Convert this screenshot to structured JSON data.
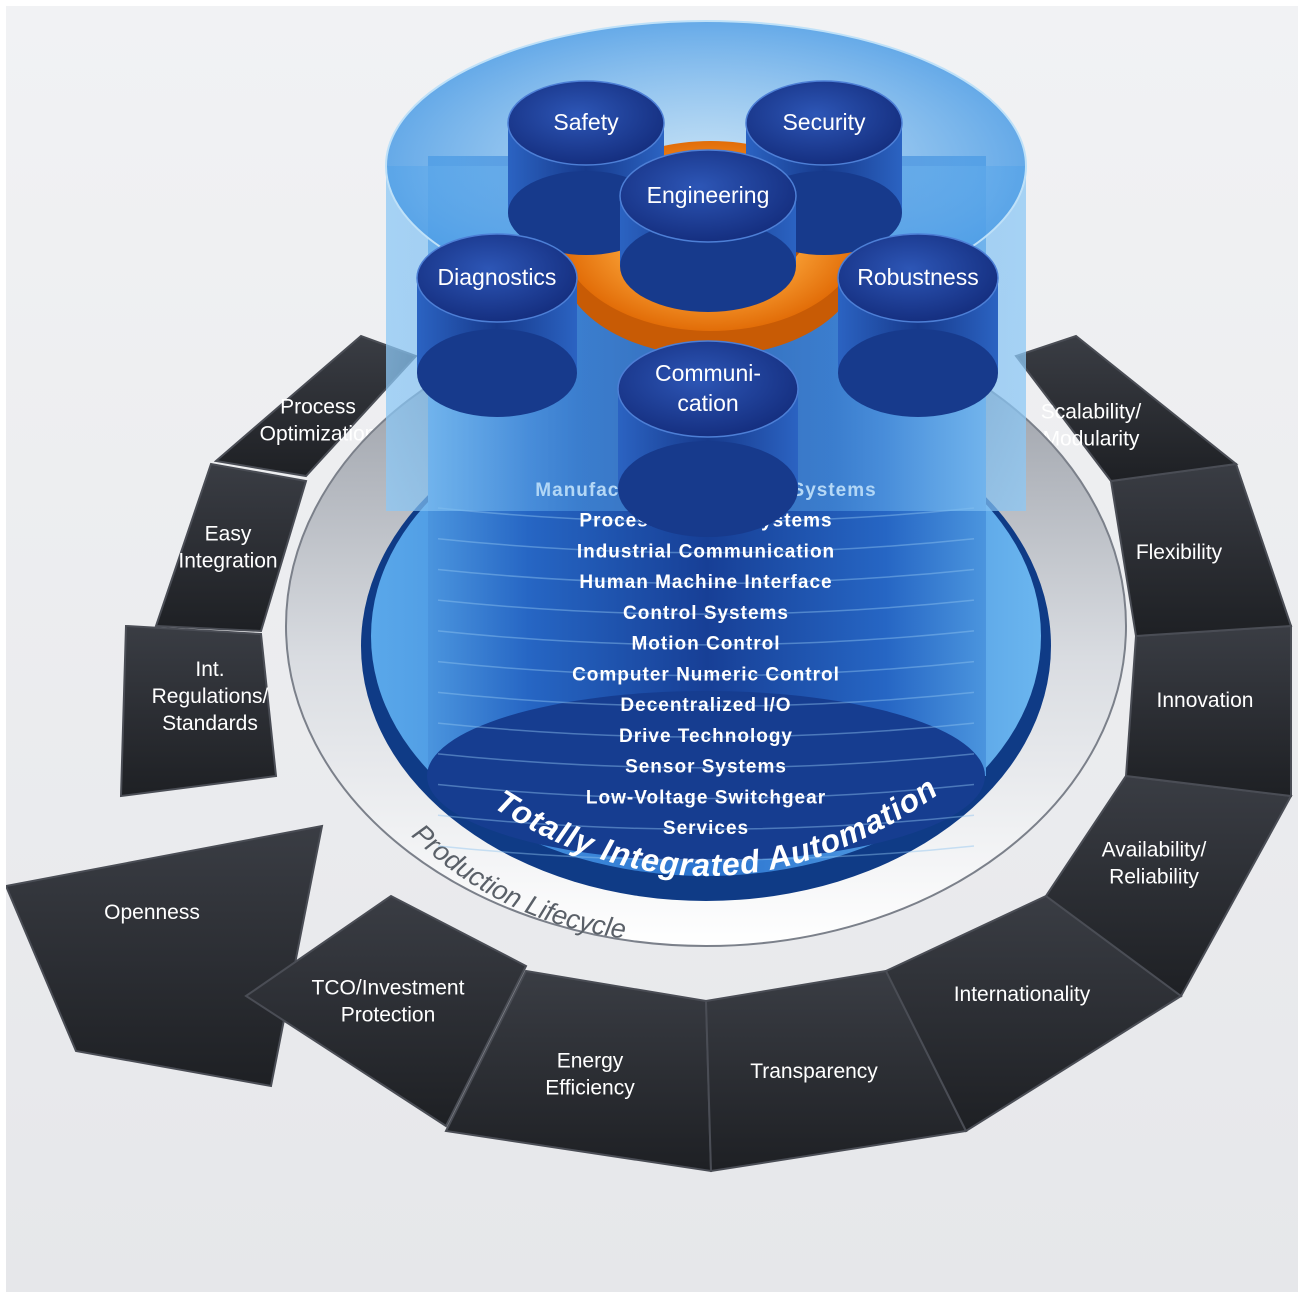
{
  "core_title": "Totally Integrated Automation",
  "ring_label": "Production Lifecycle",
  "pillars": [
    {
      "key": "safety",
      "lines": [
        "Safety"
      ]
    },
    {
      "key": "security",
      "lines": [
        "Security"
      ]
    },
    {
      "key": "engineering",
      "lines": [
        "Engineering"
      ]
    },
    {
      "key": "diagnostics",
      "lines": [
        "Diagnostics"
      ]
    },
    {
      "key": "robustness",
      "lines": [
        "Robustness"
      ]
    },
    {
      "key": "communication",
      "lines": [
        "Communi-",
        "cation"
      ]
    }
  ],
  "layers": [
    "Manufacturing Execution Systems",
    "Process Control Systems",
    "Industrial Communication",
    "Human Machine Interface",
    "Control Systems",
    "Motion Control",
    "Computer Numeric Control",
    "Decentralized I/O",
    "Drive Technology",
    "Sensor Systems",
    "Low-Voltage Switchgear",
    "Services"
  ],
  "segments": [
    {
      "key": "process-optimization",
      "lines": [
        "Process",
        "Optimization"
      ]
    },
    {
      "key": "easy-integration",
      "lines": [
        "Easy",
        "Integration"
      ]
    },
    {
      "key": "int-regulations-standards",
      "lines": [
        "Int.",
        "Regulations/",
        "Standards"
      ]
    },
    {
      "key": "openness",
      "lines": [
        "Openness"
      ]
    },
    {
      "key": "tco-investment-protection",
      "lines": [
        "TCO/Investment",
        "Protection"
      ]
    },
    {
      "key": "energy-efficiency",
      "lines": [
        "Energy",
        "Efficiency"
      ]
    },
    {
      "key": "transparency",
      "lines": [
        "Transparency"
      ]
    },
    {
      "key": "internationality",
      "lines": [
        "Internationality"
      ]
    },
    {
      "key": "availability-reliability",
      "lines": [
        "Availability/",
        "Reliability"
      ]
    },
    {
      "key": "innovation",
      "lines": [
        "Innovation"
      ]
    },
    {
      "key": "flexibility",
      "lines": [
        "Flexibility"
      ]
    },
    {
      "key": "scalability-modularity",
      "lines": [
        "Scalability/",
        "Modularity"
      ]
    }
  ],
  "colors": {
    "background": "#eeeff1",
    "segment_dark": "#2b2d32",
    "segment_edge": "#4a4d55",
    "ring_silver": "#c9ccd2",
    "core_blue": "#1f5fb8",
    "pillar_blue": "#1c3f9a",
    "engineering_ring_orange": "#f07a10",
    "glass_blue": "#5aa8ea"
  }
}
